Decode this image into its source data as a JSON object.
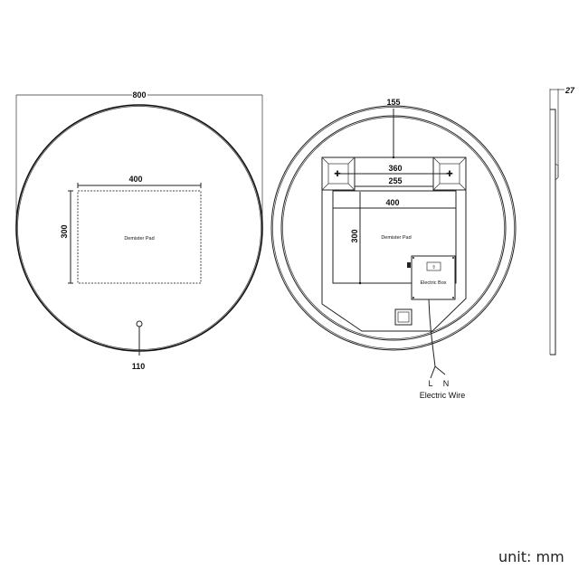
{
  "front_view": {
    "overall_width": "800",
    "demister_width": "400",
    "demister_height": "300",
    "demister_label": "Demister Pad",
    "sensor_offset": "110"
  },
  "back_view": {
    "top_offset": "155",
    "bracket_span": "360",
    "bracket_inner": "255",
    "demister_width": "400",
    "demister_height": "300",
    "demister_label": "Demister Pad",
    "electric_box_label": "Electric Box",
    "wire_live": "L",
    "wire_neutral": "N",
    "wire_label": "Electric Wire"
  },
  "side_view": {
    "depth": "27"
  },
  "unit_label": "unit: mm"
}
